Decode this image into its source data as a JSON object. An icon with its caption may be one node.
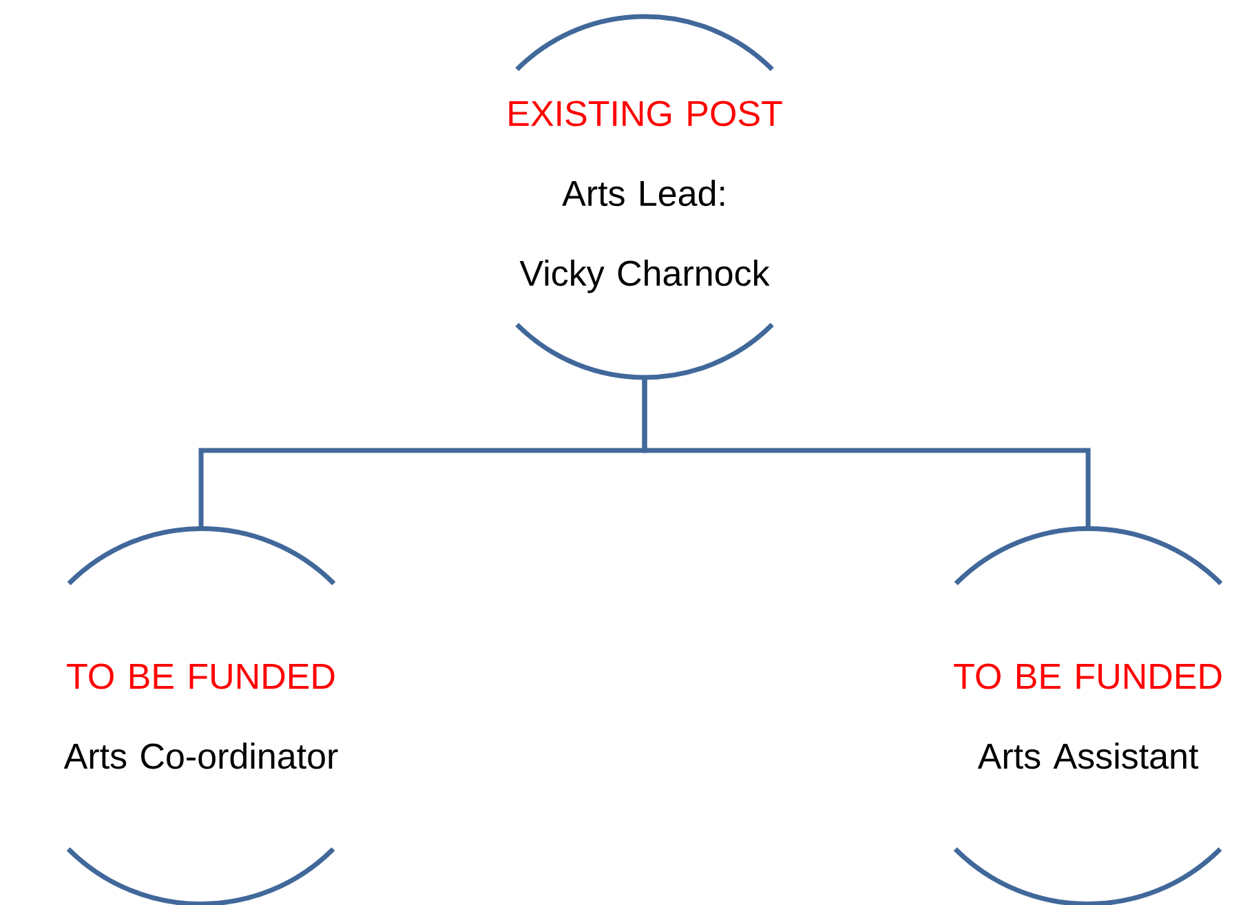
{
  "diagram": {
    "nodes": [
      {
        "text": [
          "EXISTING POST",
          "Arts Lead: Vicky Charnock"
        ]
      },
      {
        "text": [
          "TO BE FUNDED",
          "Arts Co-ordinator"
        ]
      },
      {
        "text": [
          "TO BE FUNDED",
          "Arts Assistant"
        ]
      }
    ],
    "edges": [
      {
        "from": 0,
        "to": 1,
        "arrow": "none"
      },
      {
        "from": 0,
        "to": 2,
        "arrow": "none"
      }
    ]
  }
}
